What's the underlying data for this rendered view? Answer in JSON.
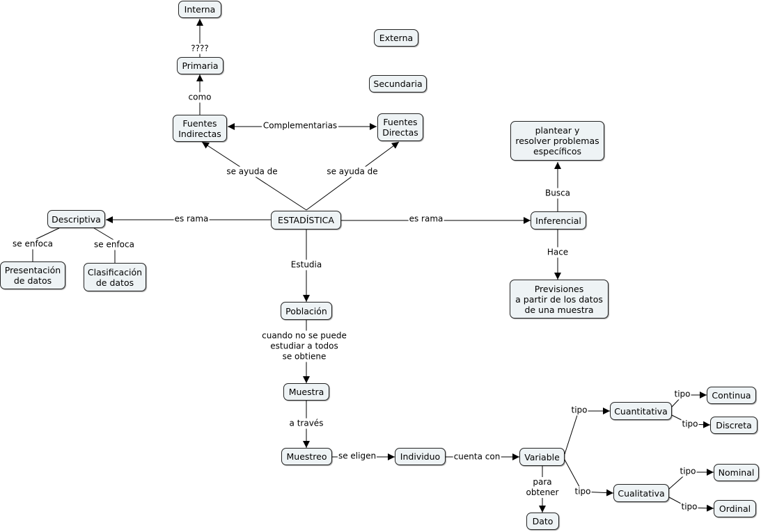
{
  "nodes": {
    "interna": "Interna",
    "externa": "Externa",
    "primaria": "Primaria",
    "secundaria": "Secundaria",
    "fuentes_indirectas": "Fuentes\nIndirectas",
    "fuentes_directas": "Fuentes\nDirectas",
    "plantear": "plantear y\nresolver problemas\nespecíficos",
    "descriptiva": "Descriptiva",
    "estadistica": "ESTADÍSTICA",
    "inferencial": "Inferencial",
    "presentacion": "Presentación\nde datos",
    "clasificacion": "Clasificación\nde datos",
    "previsiones": "Previsiones\na partir de los datos\nde una muestra",
    "poblacion": "Población",
    "muestra": "Muestra",
    "muestreo": "Muestreo",
    "individuo": "Individuo",
    "variable": "Variable",
    "dato": "Dato",
    "cuantitativa": "Cuantitativa",
    "cualitativa": "Cualitativa",
    "continua": "Continua",
    "discreta": "Discreta",
    "nominal": "Nominal",
    "ordinal": "Ordinal"
  },
  "labels": {
    "q": "????",
    "como": "como",
    "complementarias": "Complementarias",
    "se_ayuda_de_1": "se ayuda de",
    "se_ayuda_de_2": "se ayuda de",
    "es_rama_1": "es rama",
    "es_rama_2": "es rama",
    "busca": "Busca",
    "hace": "Hace",
    "se_enfoca_1": "se enfoca",
    "se_enfoca_2": "se enfoca",
    "estudia": "Estudia",
    "cuando": "cuando no se puede\nestudiar a todos\nse obtiene",
    "a_traves": "a través",
    "se_eligen": "se eligen",
    "cuenta_con": "cuenta con",
    "para_obtener": "para\nobtener",
    "tipo_1": "tipo",
    "tipo_2": "tipo",
    "tipo_3": "tipo",
    "tipo_4": "tipo",
    "tipo_5": "tipo",
    "tipo_6": "tipo"
  }
}
